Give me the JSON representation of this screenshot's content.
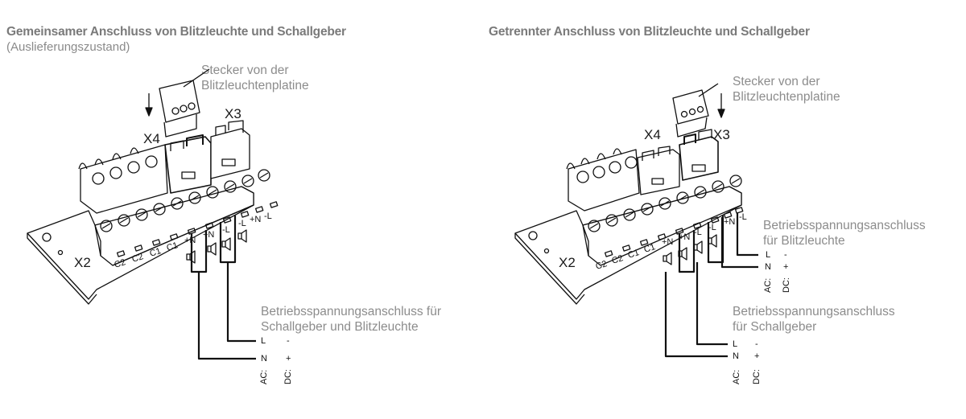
{
  "left_panel": {
    "title": "Gemeinsamer Anschluss von Blitzleuchte und Schallgeber",
    "subtitle": "(Auslieferungszustand)",
    "plug_label_line1": "Stecker von der",
    "plug_label_line2": "Blitzleuchtenplatine",
    "connectors": {
      "x4": "X4",
      "x3": "X3",
      "x2": "X2"
    },
    "terminal_labels": [
      "C2",
      "C2",
      "C1",
      "C1",
      "+N",
      "+N",
      "-L",
      "-L",
      "+N",
      "-L"
    ],
    "supply_label_line1": "Betriebsspannungsanschluss für",
    "supply_label_line2": "Schallgeber und Blitzleuchte",
    "wire_labels": {
      "l": "L",
      "l_dc": "-",
      "n": "N",
      "n_dc": "+",
      "ac": "AC:",
      "dc": "DC:"
    }
  },
  "right_panel": {
    "title": "Getrennter Anschluss von Blitzleuchte und Schallgeber",
    "plug_label_line1": "Stecker von der",
    "plug_label_line2": "Blitzleuchtenplatine",
    "connectors": {
      "x4": "X4",
      "x3": "X3",
      "x2": "X2"
    },
    "terminal_labels": [
      "C2",
      "C2",
      "C1",
      "C1",
      "+N",
      "+N",
      "-L",
      "-L",
      "+N",
      "-L"
    ],
    "flash_supply_label_line1": "Betriebsspannungsanschluss",
    "flash_supply_label_line2": "für Blitzleuchte",
    "flash_wire_labels": {
      "l": "L",
      "l_dc": "-",
      "n": "N",
      "n_dc": "+",
      "ac": "AC:",
      "dc": "DC:"
    },
    "sounder_supply_label_line1": "Betriebsspannungsanschluss",
    "sounder_supply_label_line2": "für Schallgeber",
    "sounder_wire_labels": {
      "l": "L",
      "l_dc": "-",
      "n": "N",
      "n_dc": "+",
      "ac": "AC:",
      "dc": "DC:"
    }
  },
  "colors": {
    "heading": "#7a7a7a",
    "label": "#8c8c8c",
    "line": "#111111",
    "background": "#ffffff"
  }
}
